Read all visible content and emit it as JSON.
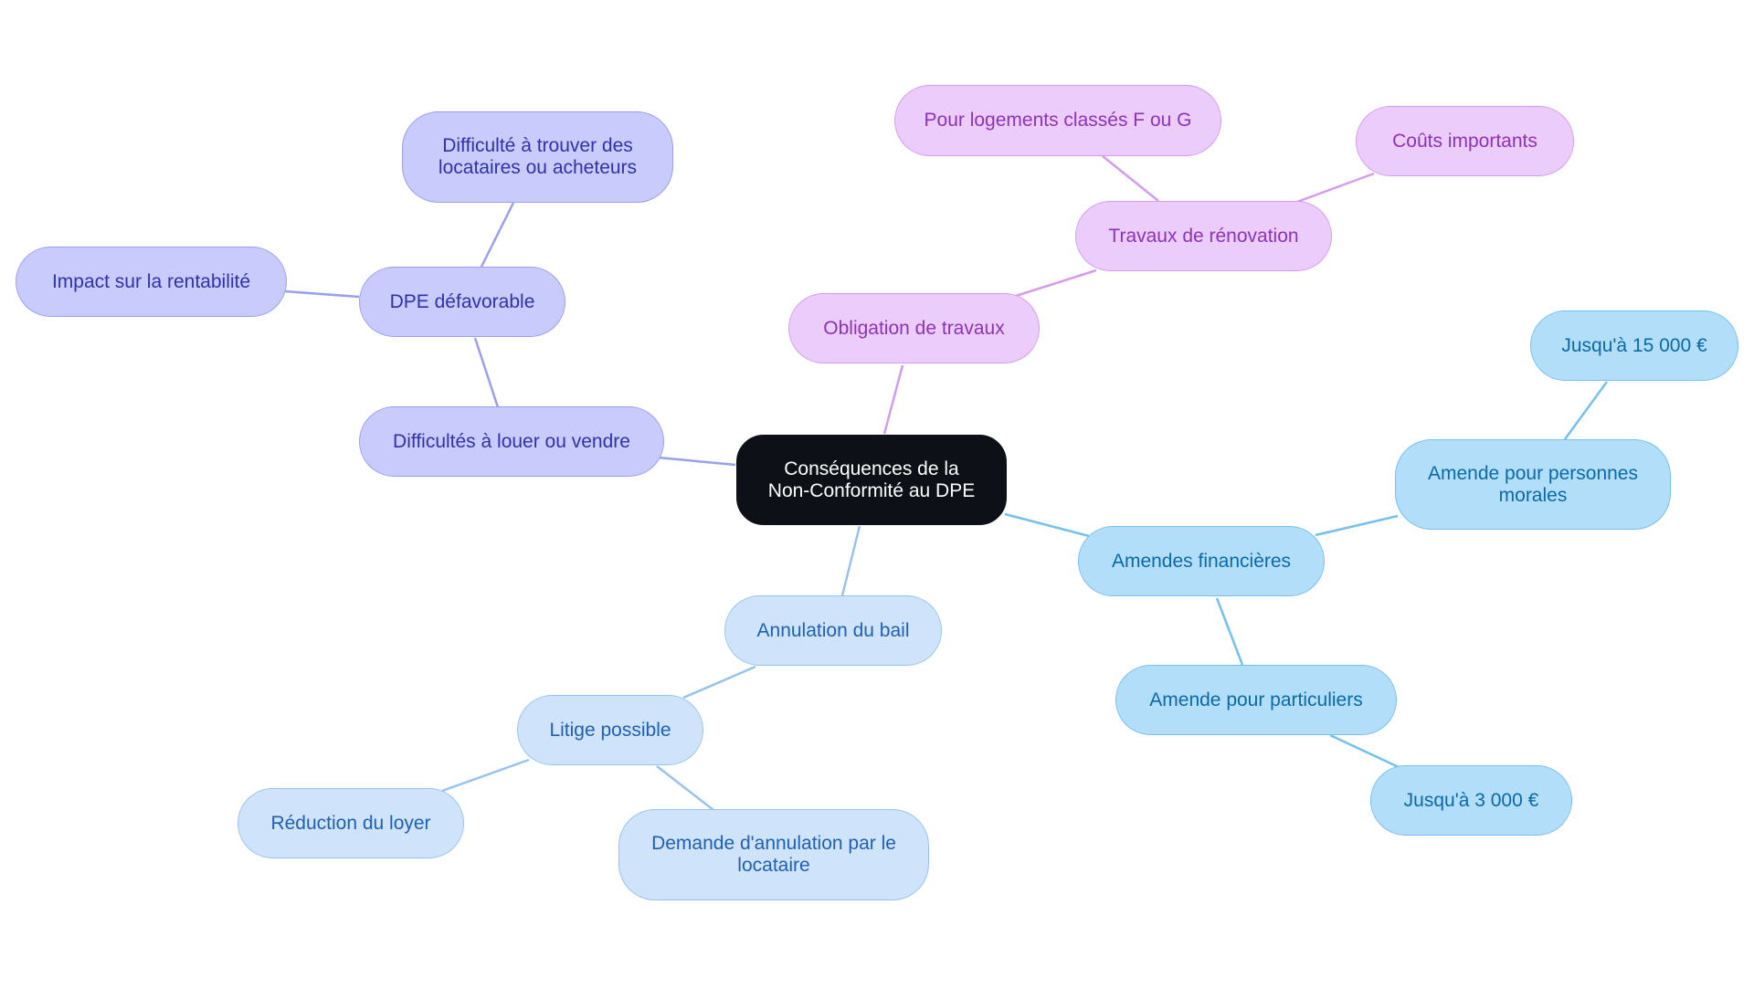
{
  "diagram": {
    "root": {
      "label": "Conséquences de la\nNon-Conformité au DPE"
    },
    "branches": {
      "difficultes": {
        "label": "Difficultés à louer ou vendre",
        "dpe": "DPE défavorable",
        "trouver": "Difficulté à trouver des\nlocataires ou acheteurs",
        "rentabilite": "Impact sur la rentabilité"
      },
      "travaux": {
        "label": "Obligation de travaux",
        "renovation": "Travaux de rénovation",
        "logements": "Pour logements classés F ou G",
        "couts": "Coûts importants"
      },
      "amendes": {
        "label": "Amendes financières",
        "morales": "Amende pour personnes\nmorales",
        "morales_max": "Jusqu'à 15 000 €",
        "particuliers": "Amende pour particuliers",
        "particuliers_max": "Jusqu'à 3 000 €"
      },
      "bail": {
        "label": "Annulation du bail",
        "litige": "Litige possible",
        "reduction": "Réduction du loyer",
        "demande": "Demande d'annulation par le\nlocataire"
      }
    },
    "colors": {
      "root": "#0d1117",
      "indigo_branch": "#c9cbfd",
      "purple_branch": "#ebccfb",
      "sky_branch": "#b3def9",
      "pale_branch": "#cfe3fa"
    }
  }
}
